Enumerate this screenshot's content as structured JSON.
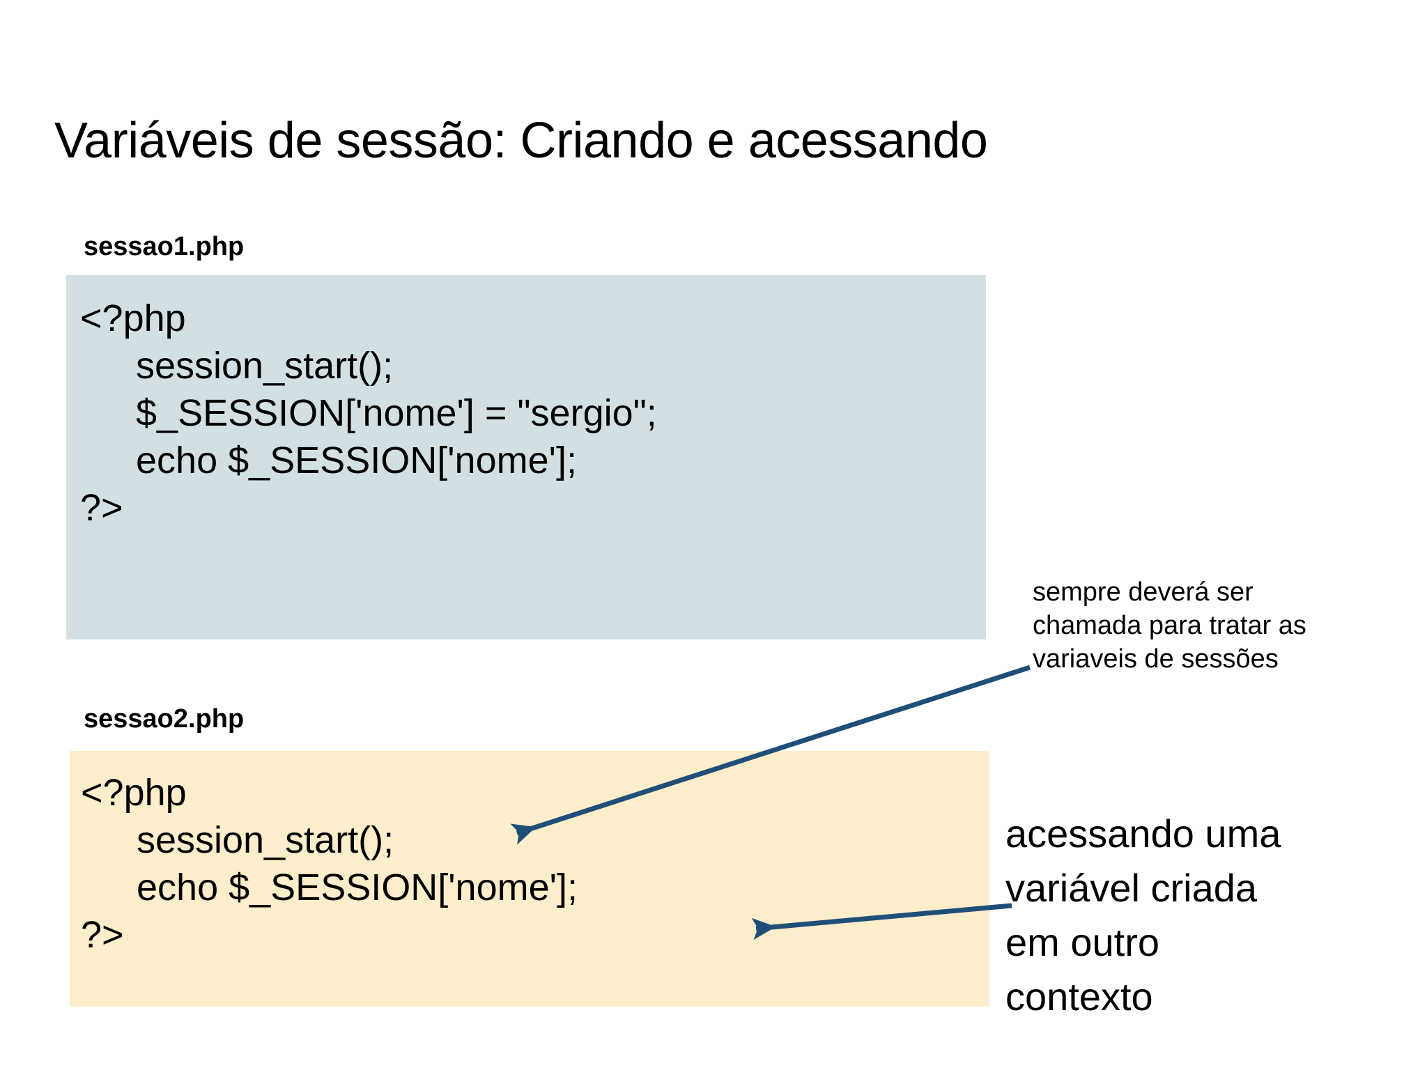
{
  "slide": {
    "title": "Variáveis de sessão: Criando e acessando",
    "background_color": "#ffffff",
    "accent_color": "#1f4e79"
  },
  "blocks": [
    {
      "caption": "sessao1.php",
      "background_color": "#d3e0e3",
      "lines": [
        {
          "text": "<?php",
          "indent": false
        },
        {
          "text": "session_start();",
          "indent": true
        },
        {
          "text": "$_SESSION['nome'] = \"sergio\";",
          "indent": true
        },
        {
          "text": "echo $_SESSION['nome'];",
          "indent": true
        },
        {
          "text": "?>",
          "indent": false
        }
      ]
    },
    {
      "caption": "sessao2.php",
      "background_color": "#fcedcb",
      "lines": [
        {
          "text": "<?php",
          "indent": false
        },
        {
          "text": "session_start();",
          "indent": true
        },
        {
          "text": "echo $_SESSION['nome'];",
          "indent": true
        },
        {
          "text": "?>",
          "indent": false
        }
      ]
    }
  ],
  "annotations": [
    {
      "id": "note-session-start",
      "lines": [
        "sempre deverá ser",
        "chamada para tratar as",
        "variaveis de sessões"
      ]
    },
    {
      "id": "note-access-variable",
      "lines": [
        "acessando uma",
        "variável criada",
        "em outro",
        "contexto"
      ]
    }
  ],
  "arrows": [
    {
      "id": "arrow-to-session-start",
      "color": "#1f4e79"
    },
    {
      "id": "arrow-to-echo",
      "color": "#1f4e79"
    }
  ]
}
